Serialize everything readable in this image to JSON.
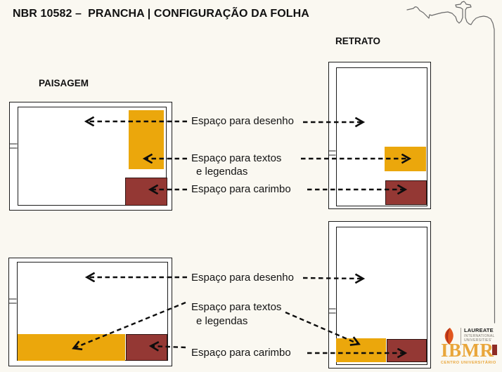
{
  "slide": {
    "title": "NBR 10582 –  PRANCHA | CONFIGURAÇÃO DA FOLHA"
  },
  "orientation_labels": {
    "paisagem": "PAISAGEM",
    "retrato": "RETRATO"
  },
  "annotations": {
    "top": {
      "desenho": "Espaço para desenho",
      "textos_line1": "Espaço para textos",
      "textos_line2": "e legendas",
      "carimbo": "Espaço para carimbo"
    },
    "bottom": {
      "desenho": "Espaço para desenho",
      "textos_line1": "Espaço para textos",
      "textos_line2": "e legendas",
      "carimbo": "Espaço para carimbo"
    }
  },
  "legend_mapping": [
    {
      "label": "Espaço para desenho",
      "area_color": "#FFFFFF"
    },
    {
      "label": "Espaço para textos e legendas",
      "area_color": "#EBA70C"
    },
    {
      "label": "Espaço para carimbo",
      "area_color": "#943834"
    }
  ],
  "colors": {
    "background": "#FAF8F1",
    "textos_area": "#EBA70C",
    "carimbo_area": "#943834",
    "frame": "#1C1C1C",
    "logo_gold": "#E9A63B",
    "logo_leaf_orange": "#E1561E",
    "logo_leaf_red": "#B03018",
    "logo_red_block": "#8E2B25"
  },
  "logo": {
    "group_name": "LAUREATE",
    "group_line2": "INTERNATIONAL",
    "group_line3": "UNIVERSITIES'",
    "brand": "IBMR",
    "subtitle": "CENTRO UNIVERSITÁRIO"
  },
  "icons": {
    "sketch": "rio-skyline-cristo-redentor-sketch",
    "leaf": "laureate-leaf-icon"
  }
}
